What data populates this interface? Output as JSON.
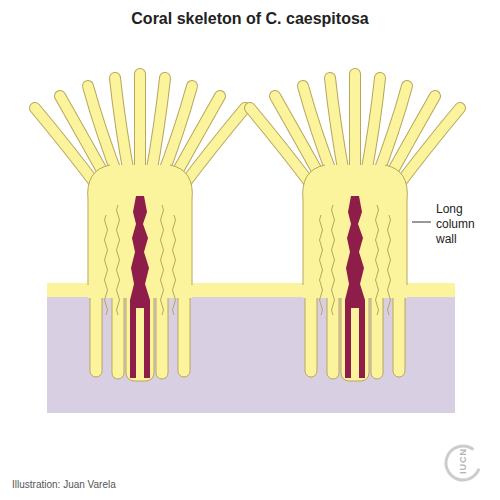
{
  "diagram": {
    "title": "Coral skeleton of C. caespitosa",
    "labels": [
      "Long column wall",
      "Illustration: Juan Varela",
      "IUCN"
    ]
  }
}
